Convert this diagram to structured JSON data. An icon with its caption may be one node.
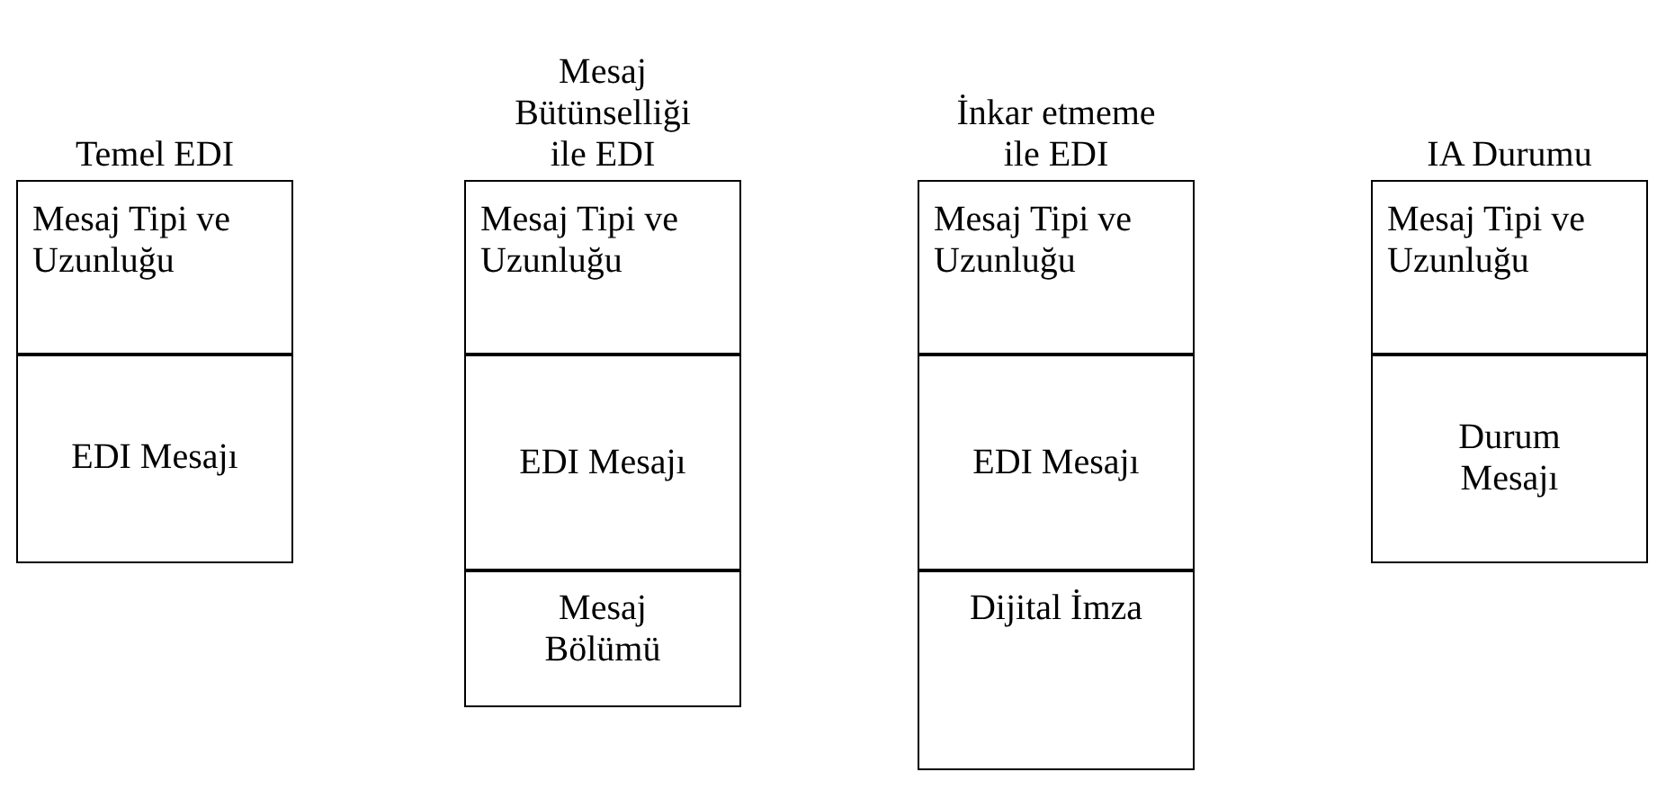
{
  "diagram": {
    "nodes": [
      {
        "text": [
          "Temel EDI"
        ]
      },
      {
        "text": [
          "Mesaj Tipi ve Uzunluğu"
        ],
        "in": 0
      },
      {
        "text": [
          "EDI Mesajı"
        ],
        "in": 0
      },
      {
        "text": [
          "Mesaj Bütünselliği ile EDI"
        ]
      },
      {
        "text": [
          "Mesaj Tipi ve Uzunluğu"
        ],
        "in": 3
      },
      {
        "text": [
          "EDI Mesajı"
        ],
        "in": 3
      },
      {
        "text": [
          "Mesaj Bölümü"
        ],
        "in": 3
      },
      {
        "text": [
          "İnkar etmeme ile EDI"
        ]
      },
      {
        "text": [
          "Mesaj Tipi ve Uzunluğu"
        ],
        "in": 7
      },
      {
        "text": [
          "EDI Mesajı"
        ],
        "in": 7
      },
      {
        "text": [
          "Dijital İmza"
        ],
        "in": 7
      },
      {
        "text": [
          "IA Durumu"
        ]
      },
      {
        "text": [
          "Mesaj Tipi ve Uzunluğu"
        ],
        "in": 11
      },
      {
        "text": [
          "Durum Mesajı"
        ],
        "in": 11
      }
    ]
  }
}
